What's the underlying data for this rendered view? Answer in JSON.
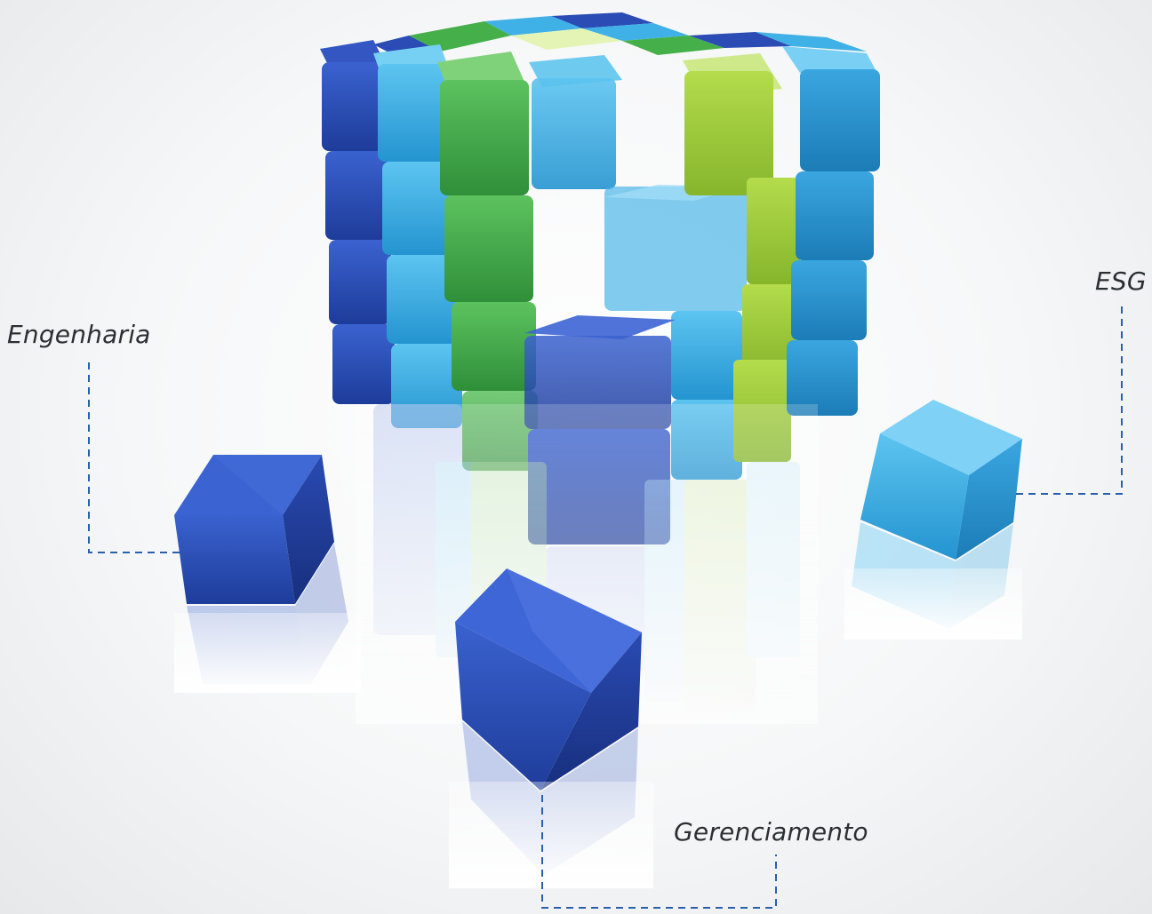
{
  "labels": {
    "engenharia": "Engenharia",
    "esg": "ESG",
    "gerenciamento": "Gerenciamento"
  },
  "colors": {
    "dark_blue": "#2a4db8",
    "light_blue": "#3fb1e6",
    "green": "#45b04a",
    "lime": "#9ccc3c",
    "connector": "#2a5fb0"
  },
  "icons": {
    "main_graphic": "cube-cluster-icon",
    "engenharia_block": "dark-blue-cube-icon",
    "esg_block": "light-blue-cube-icon",
    "gerenciamento_block": "dark-blue-cube-icon"
  }
}
